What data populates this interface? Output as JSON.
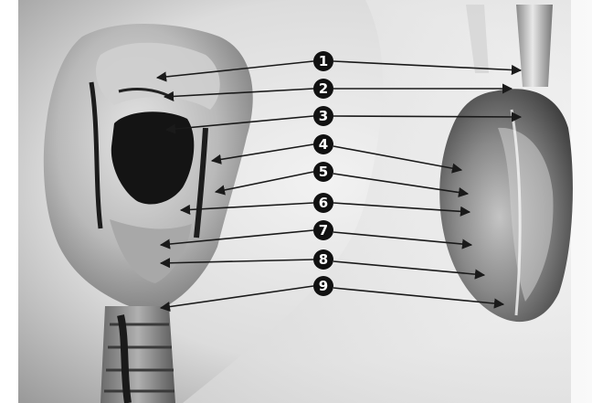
{
  "figure": {
    "labels": [
      {
        "number": "1"
      },
      {
        "number": "2"
      },
      {
        "number": "3"
      },
      {
        "number": "4"
      },
      {
        "number": "5"
      },
      {
        "number": "6"
      },
      {
        "number": "7"
      },
      {
        "number": "8"
      },
      {
        "number": "9"
      }
    ],
    "colors": {
      "marker_fill": "#111111",
      "marker_text": "#ffffff",
      "arrow": "#1a1a1a",
      "background": "#ffffff"
    }
  }
}
